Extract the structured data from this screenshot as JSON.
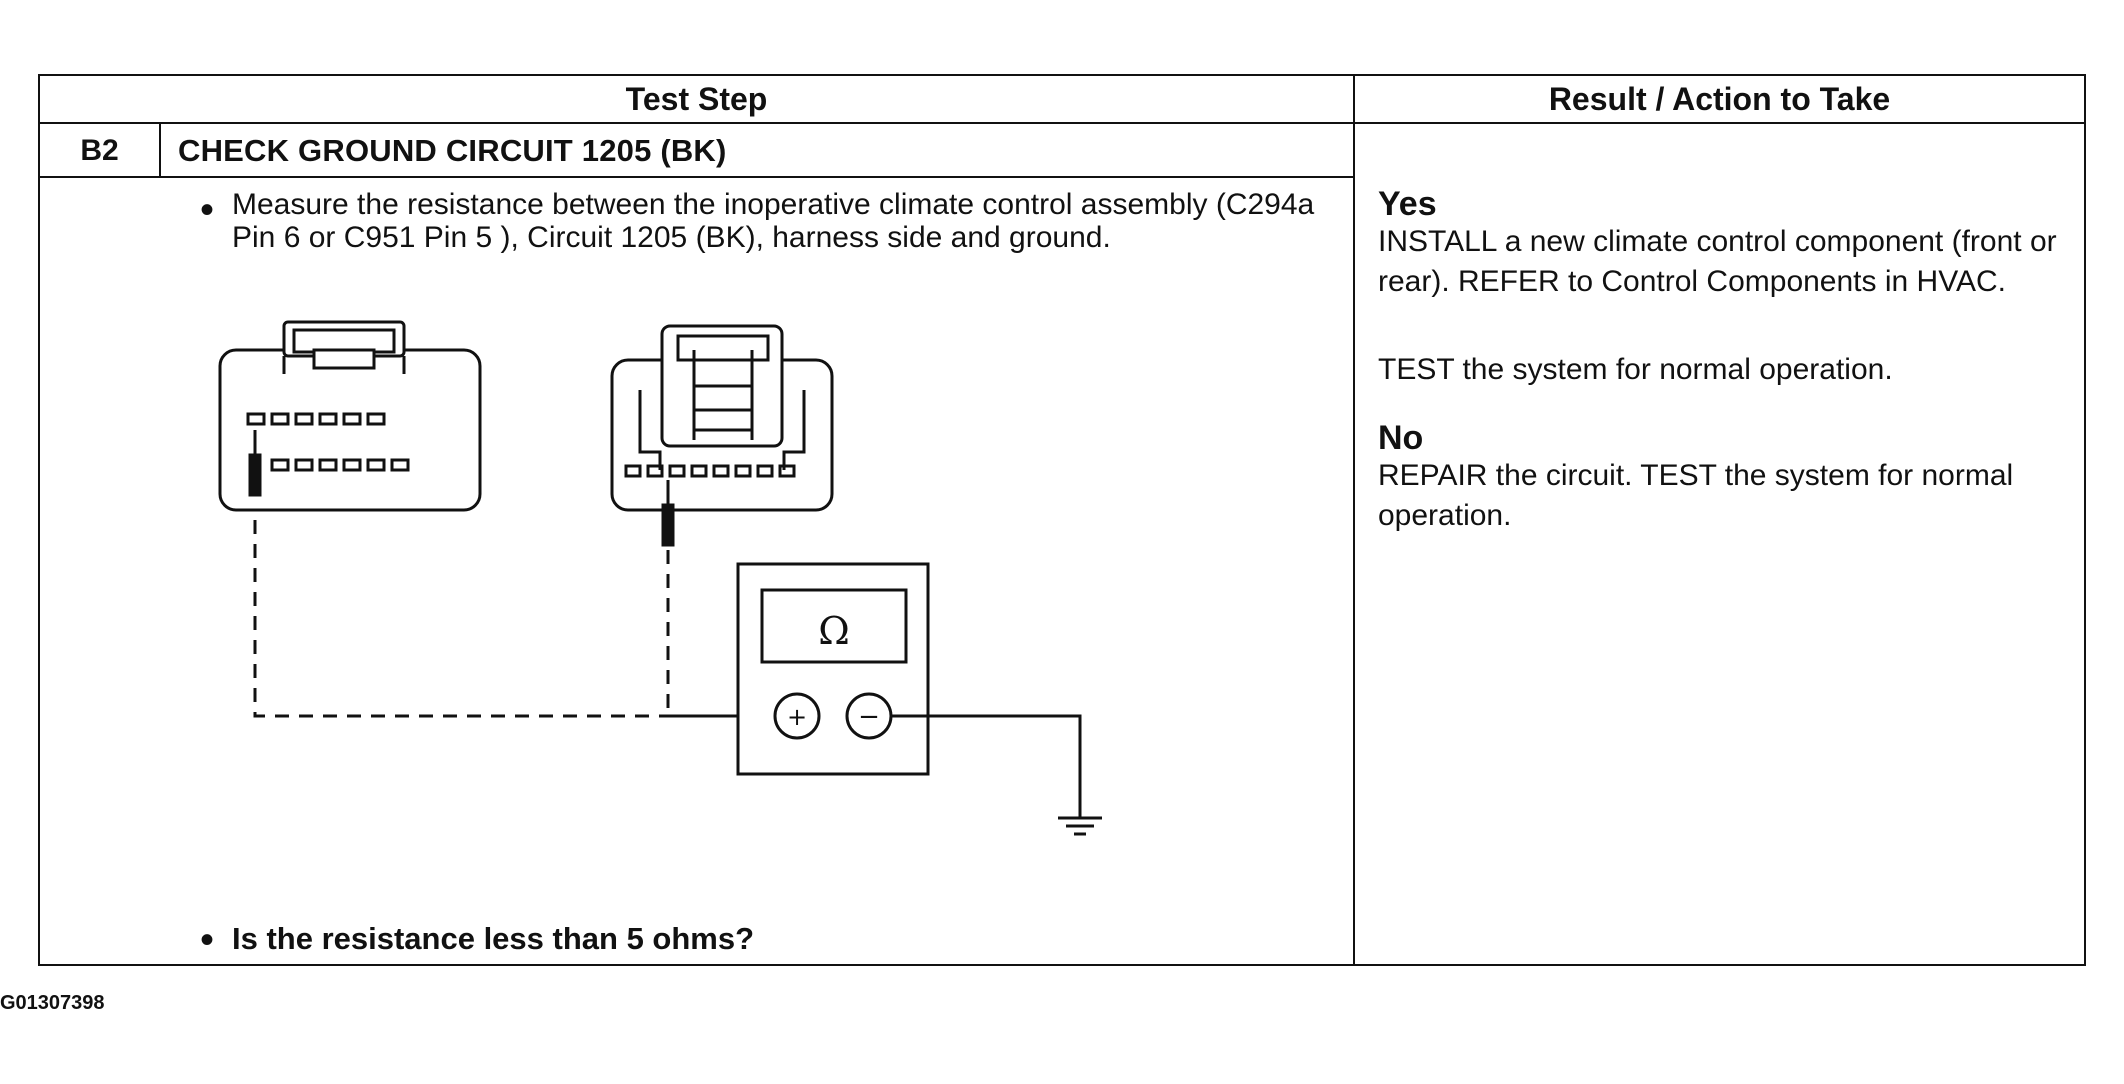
{
  "table": {
    "header_test_step": "Test Step",
    "header_result": "Result / Action to Take",
    "step_id": "B2",
    "step_title": "CHECK GROUND CIRCUIT 1205 (BK)",
    "instruction": "Measure the resistance between the inoperative climate control assembly (C294a Pin 6  or C951 Pin 5 ), Circuit 1205 (BK), harness side and ground.",
    "question": "Is the resistance less than 5 ohms?",
    "yes_label": "Yes",
    "yes_text_1": "INSTALL a new climate control component (front or rear). REFER to Control Components  in HVAC.",
    "yes_text_2": "TEST the system for normal operation.",
    "no_label": "No",
    "no_text": "REPAIR the circuit. TEST the system for normal operation."
  },
  "diagram": {
    "meter_symbol": "Ω",
    "plus_symbol": "+",
    "minus_symbol": "−"
  },
  "footer": {
    "figure_id": "G01307398"
  }
}
